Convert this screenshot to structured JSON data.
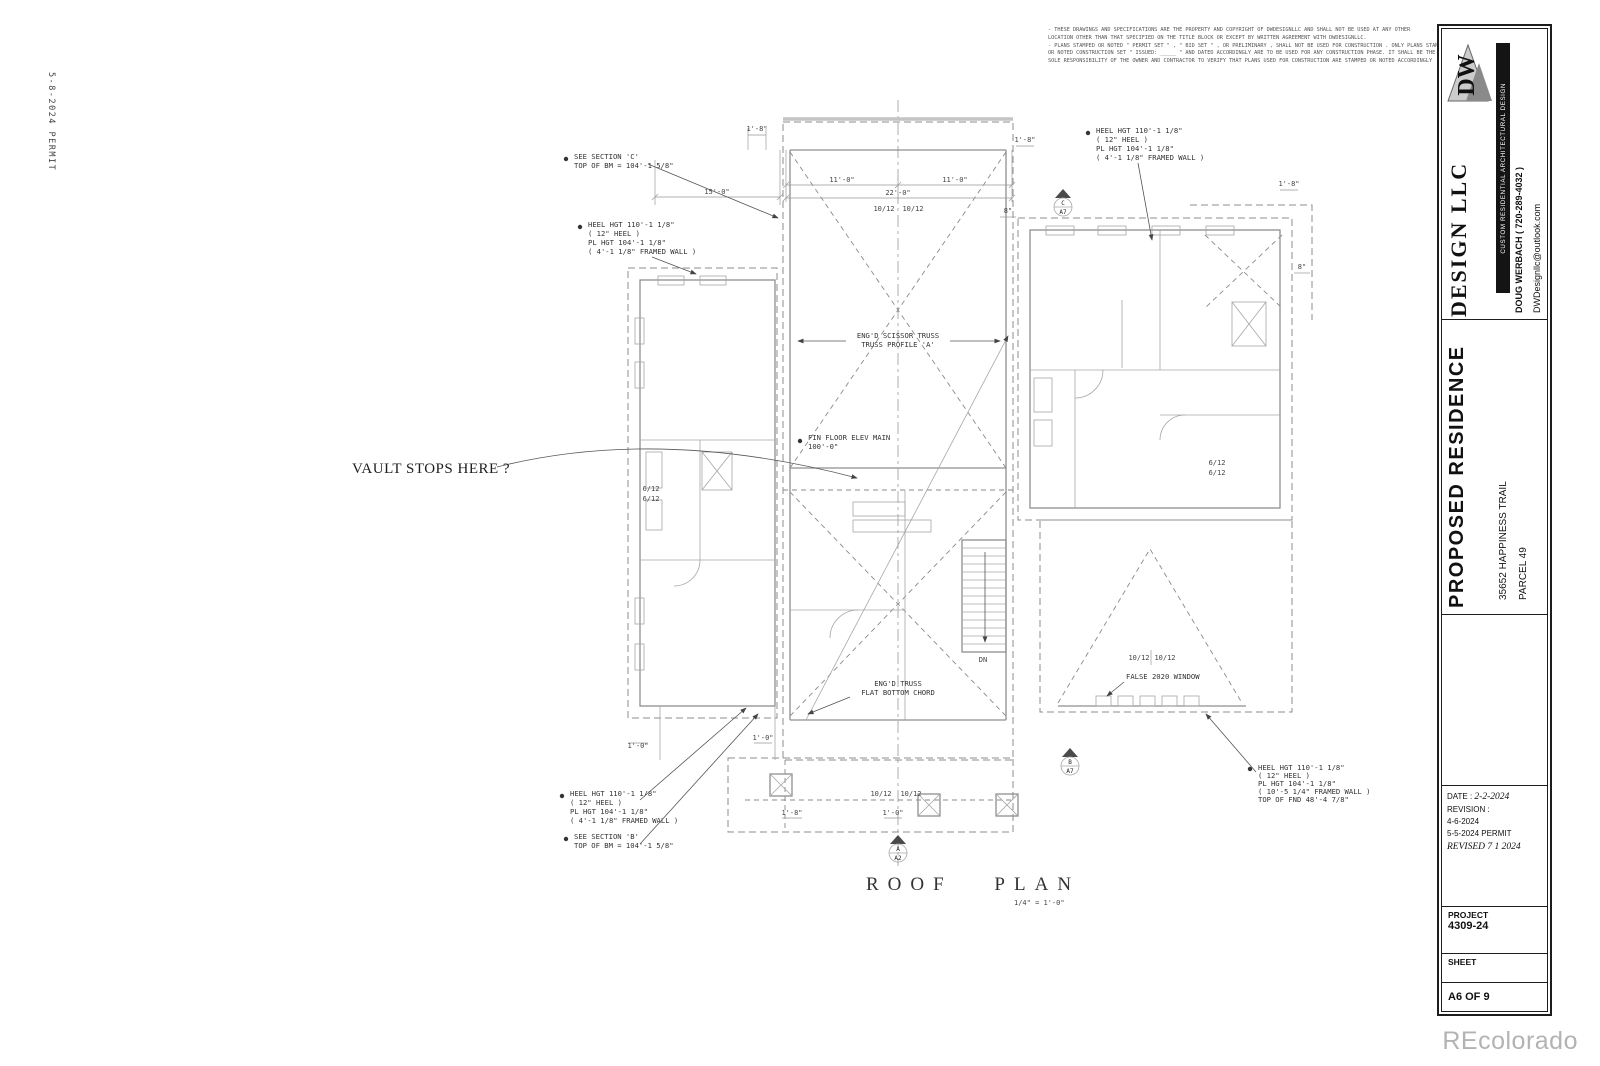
{
  "stamp": "5-8-2024 PERMIT",
  "disclaimer": {
    "lines": [
      "- THESE DRAWINGS AND SPECIFICATIONS ARE THE PROPERTY AND COPYRIGHT OF DWDESIGNLLC AND SHALL NOT BE USED AT ANY OTHER",
      "  LOCATION OTHER THAN THAT SPECIFIED ON THE TITLE BLOCK OR EXCEPT BY WRITTEN AGREEMENT WITH DWDESIGNLLC.",
      "- PLANS STAMPED OR NOTED \" PERMIT SET \" , \" BID SET \" , OR PRELIMINARY , SHALL NOT BE USED FOR CONSTRUCTION . ONLY PLANS STAMPED",
      "  OR NOTED CONSTRUCTION SET \" ISSUED: _____ \" AND DATED ACCORDINGLY ARE TO BE USED FOR ANY CONSTRUCTION PHASE. IT SHALL BE THE",
      "  SOLE RESPONSIBILITY OF THE OWNER AND CONTRACTOR TO VERIFY THAT PLANS USED FOR CONSTRUCTION ARE STAMPED OR NOTED ACCORDINGLY"
    ]
  },
  "plan": {
    "title": "ROOF PLAN",
    "scale": "1/4\" = 1'-0\"",
    "vault_note": "VAULT STOPS HERE ?",
    "notes": {
      "see_section_c1": "SEE SECTION 'C'",
      "see_section_c2": "TOP OF BM = 104'-1 5/8\"",
      "see_section_b1": "SEE SECTION 'B'",
      "see_section_b2": "TOP OF BM = 104'-1 5/8\"",
      "heel1": "HEEL HGT 110'-1 1/8\"",
      "heel2": "( 12\" HEEL )",
      "heel3": "PL HGT 104'-1 1/8\"",
      "heel4": "( 4'-1 1/8\" FRAMED WALL )",
      "heel_r4": "( 10'-5 1/4\" FRAMED WALL )",
      "heel_r5": "TOP OF FND 48'-4 7/8\"",
      "scissor1": "ENG'D SCISSOR TRUSS",
      "scissor2": "TRUSS PROFILE 'A'",
      "fin1": "FIN FLOOR ELEV MAIN",
      "fin2": "100'-0\"",
      "flat1": "ENG'D TRUSS",
      "flat2": "FLAT BOTTOM CHORD",
      "false_window": "FALSE 2020 WINDOW"
    },
    "dims": {
      "d15": "15'-0\"",
      "d11": "11'-0\"",
      "d22": "22'-0\"",
      "d1_8": "1'-8\"",
      "d1_0": "1'-0\"",
      "d8": "8\"",
      "slope10": "10/12",
      "slope6": "6/12",
      "dn": "DN"
    },
    "markers": {
      "c": "C",
      "b": "B",
      "a": "A",
      "a7": "A7",
      "a2": "A2"
    }
  },
  "title_block": {
    "logo_monogram": "DW",
    "logo_name": "DESIGN LLC",
    "tagline": "CUSTOM RESIDENTIAL ARCHITECTURAL DESIGN",
    "contact_name": "DOUG WERBACH ( 720-289-4032 )",
    "contact_email": "DWDesignllc@outlook.com",
    "project_title": "PROPOSED RESIDENCE",
    "address_line1": "35652 HAPPINESS TRAIL",
    "address_line2": "PARCEL 49",
    "date_label": "DATE :",
    "date_value": "2-2-2024",
    "revision_label": "REVISION :",
    "revisions": [
      "4-6-2024",
      "5-5-2024 PERMIT",
      "REVISED 7 1 2024"
    ],
    "project_label": "PROJECT",
    "project_number": "4309-24",
    "sheet_label": "SHEET",
    "sheet_number": "A6 OF 9"
  },
  "watermark": "REcolorado"
}
